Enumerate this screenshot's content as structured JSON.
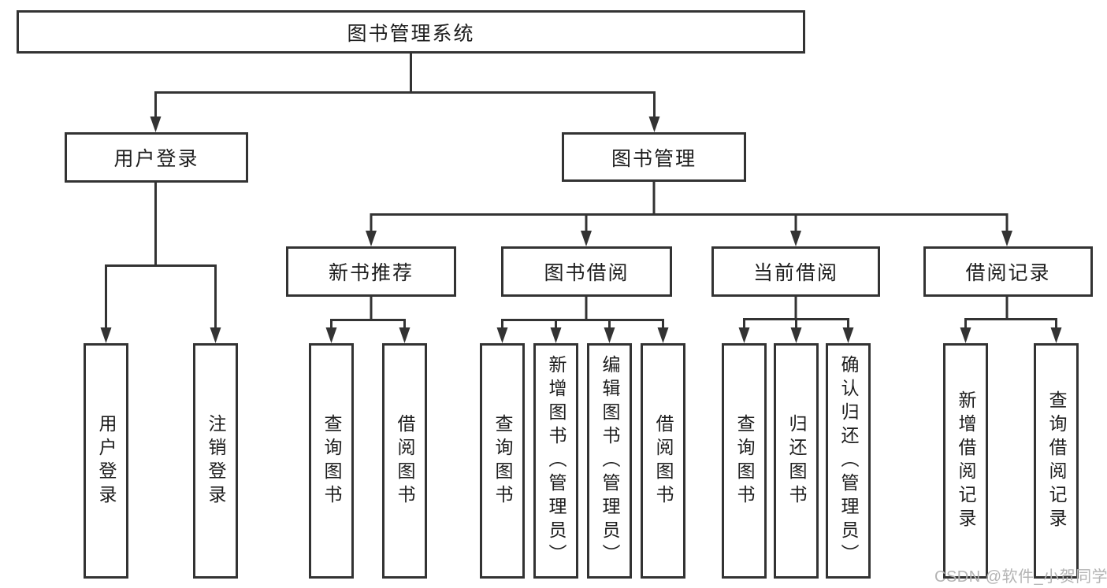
{
  "tree": {
    "root": {
      "label": "图书管理系统",
      "children": [
        {
          "label": "用户登录",
          "children": [
            {
              "label": "用户登录"
            },
            {
              "label": "注销登录"
            }
          ]
        },
        {
          "label": "图书管理",
          "children": [
            {
              "label": "新书推荐",
              "children": [
                {
                  "label": "查询图书"
                },
                {
                  "label": "借阅图书"
                }
              ]
            },
            {
              "label": "图书借阅",
              "children": [
                {
                  "label": "查询图书"
                },
                {
                  "label": "新增图书（管理员）"
                },
                {
                  "label": "编辑图书（管理员）"
                },
                {
                  "label": "借阅图书"
                }
              ]
            },
            {
              "label": "当前借阅",
              "children": [
                {
                  "label": "查询图书"
                },
                {
                  "label": "归还图书"
                },
                {
                  "label": "确认归还（管理员）"
                }
              ]
            },
            {
              "label": "借阅记录",
              "children": [
                {
                  "label": "新增借阅记录"
                },
                {
                  "label": "查询借阅记录"
                }
              ]
            }
          ]
        }
      ]
    }
  },
  "watermark": {
    "text": "CSDN @软件_小贺同学"
  },
  "colors": {
    "line": "#333333",
    "border": "#333333",
    "text": "#1d1d1d",
    "watermark": "#b4b4b4",
    "background": "#ffffff"
  }
}
